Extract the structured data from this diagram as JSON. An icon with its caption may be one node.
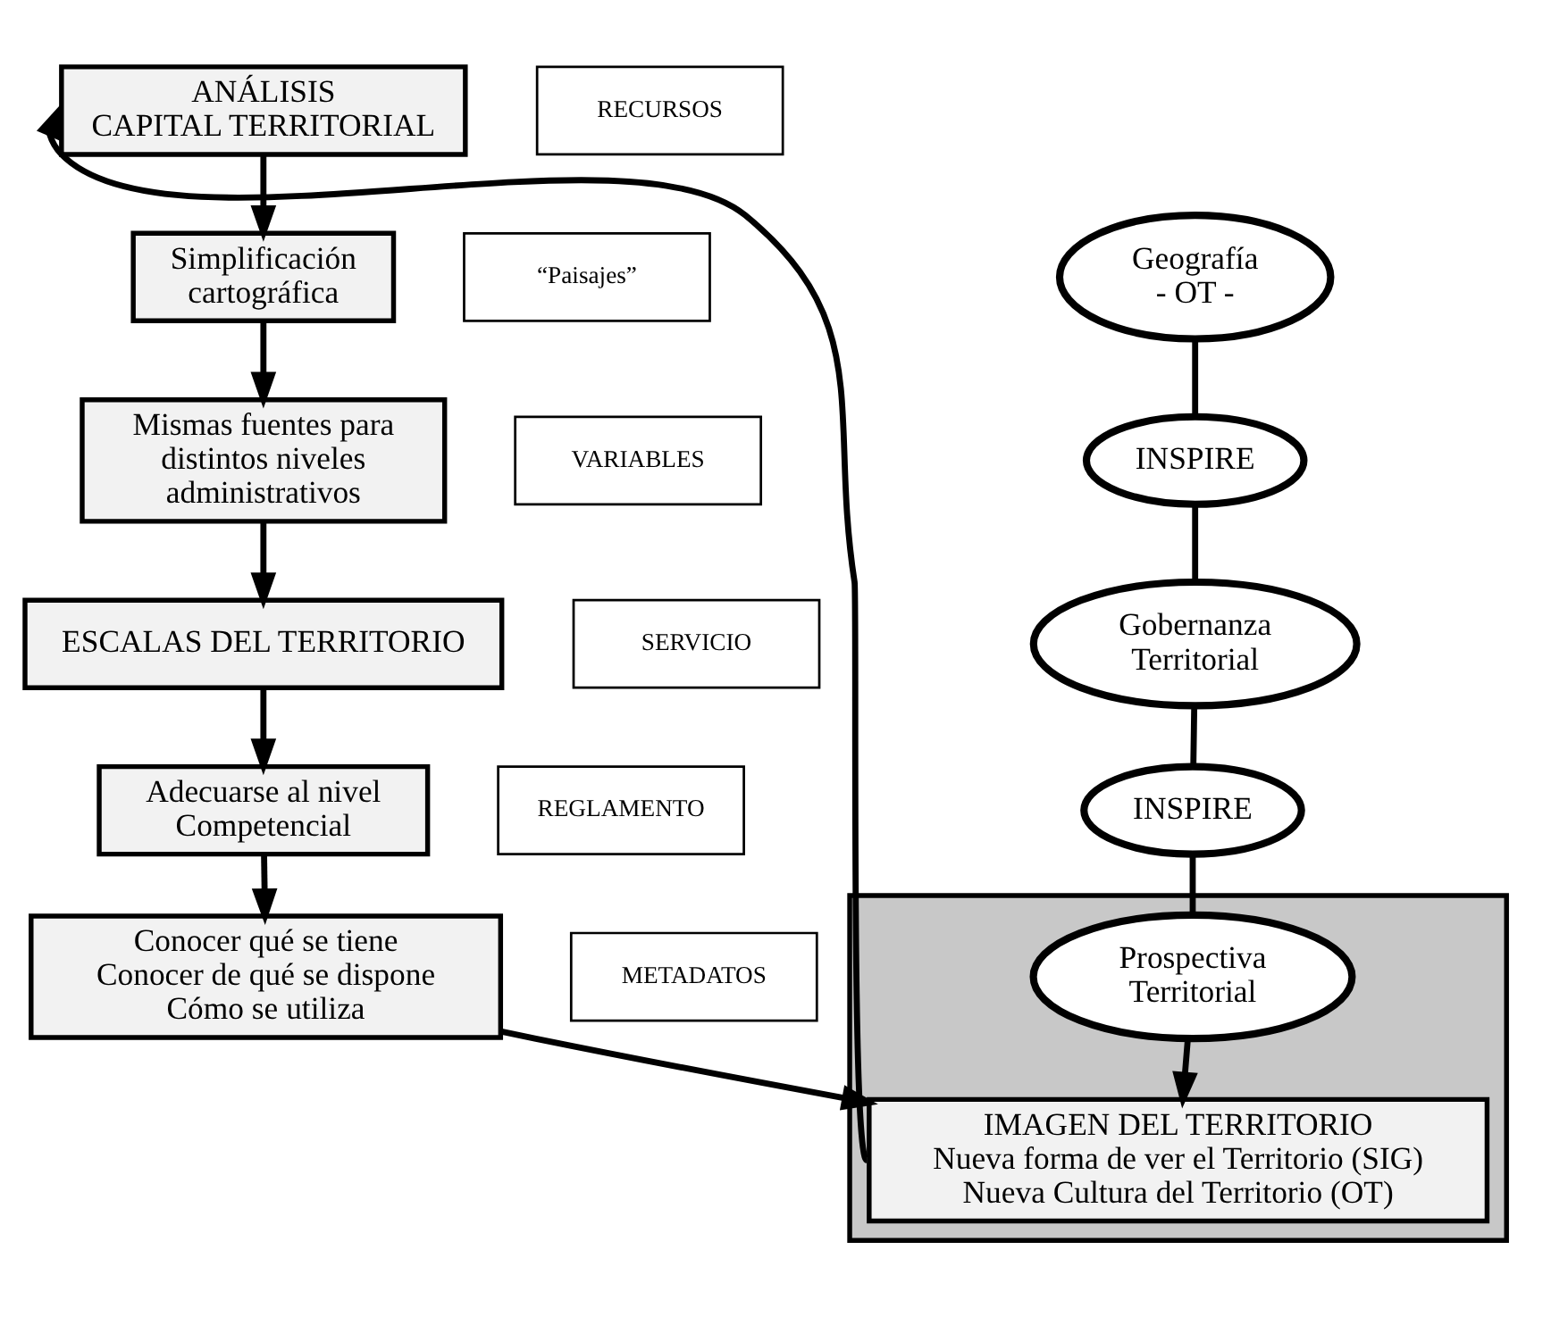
{
  "diagram": {
    "nodes": [
      {
        "text": [
          "ANÁLISIS CAPITAL TERRITORIAL"
        ]
      },
      {
        "text": [
          "RECURSOS"
        ]
      },
      {
        "text": [
          "Simplificación cartográfica"
        ]
      },
      {
        "text": [
          "“Paisajes”"
        ]
      },
      {
        "text": [
          "Mismas fuentes para distintos niveles administrativos"
        ]
      },
      {
        "text": [
          "VARIABLES"
        ]
      },
      {
        "text": [
          "ESCALAS DEL TERRITORIO"
        ]
      },
      {
        "text": [
          "SERVICIO"
        ]
      },
      {
        "text": [
          "Adecuarse al nivel Competencial"
        ]
      },
      {
        "text": [
          "REGLAMENTO"
        ]
      },
      {
        "text": [
          "Conocer qué se tiene Conocer de qué se dispone Cómo se utiliza"
        ]
      },
      {
        "text": [
          "METADATOS"
        ]
      },
      {
        "text": [
          "Geografía - OT -"
        ]
      },
      {
        "text": [
          "INSPIRE"
        ]
      },
      {
        "text": [
          "Gobernanza Territorial"
        ]
      },
      {
        "text": [
          "INSPIRE"
        ]
      },
      {
        "text": [],
        "shape": "box"
      },
      {
        "text": [
          "IMAGEN DEL TERRITORIO",
          "Nueva forma de ver el Territorio (SIG)",
          "Nueva Cultura del Territorio (OT)"
        ],
        "in": 16
      },
      {
        "text": [
          "Prospectiva Territorial"
        ],
        "in": 16
      }
    ],
    "edges": [
      {
        "from": 0,
        "to": 2,
        "arrow": "to"
      },
      {
        "from": 2,
        "to": 4,
        "arrow": "to"
      },
      {
        "from": 4,
        "to": 6,
        "arrow": "to"
      },
      {
        "from": 6,
        "to": 8,
        "arrow": "to"
      },
      {
        "from": 8,
        "to": 10,
        "arrow": "to"
      },
      {
        "from": 10,
        "to": 17,
        "arrow": "to"
      },
      {
        "from": 17,
        "to": 0,
        "arrow": "to"
      },
      {
        "from": 12,
        "to": 13,
        "arrow": "none"
      },
      {
        "from": 13,
        "to": 14,
        "arrow": "none"
      },
      {
        "from": 14,
        "to": 15,
        "arrow": "none"
      },
      {
        "from": 15,
        "to": 18,
        "arrow": "none"
      },
      {
        "from": 18,
        "to": 17,
        "arrow": "to"
      }
    ]
  }
}
